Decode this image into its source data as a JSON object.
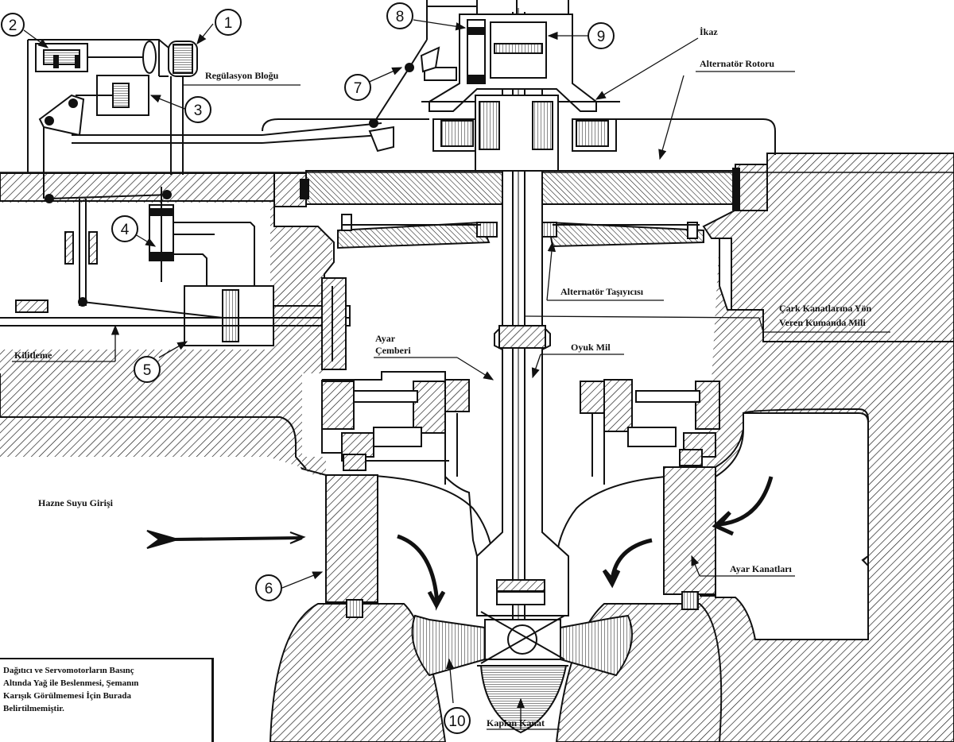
{
  "labels": {
    "regulation_block": "Regülasyon Bloğu",
    "warning": "İkaz",
    "alternator_rotor": "Alternatör Rotoru",
    "alternator_carrier": "Alternatör Taşıyıcısı",
    "command_shaft_line1": "Çark Kanatlarına Yön",
    "command_shaft_line2": "Veren Kumanda Mili",
    "hollow_shaft": "Oyuk Mil",
    "adjust_ring_line1": "Ayar",
    "adjust_ring_line2": "Çemberi",
    "locking": "Kilitleme",
    "reservoir_inlet": "Hazne Suyu Girişi",
    "guide_vanes": "Ayar Kanatları",
    "kaplan_blade": "Kaplan Kanat"
  },
  "callouts": [
    "1",
    "2",
    "3",
    "4",
    "5",
    "6",
    "7",
    "8",
    "9",
    "10"
  ],
  "note": {
    "line1": "Dağıtıcı ve Servomotorların Basınç",
    "line2": "Altında Yağ ile Beslenmesi, Şemanın",
    "line3": "Karışık Görülmemesi İçin Burada",
    "line4": "Belirtilmemiştir."
  },
  "colors": {
    "ink": "#111111",
    "paper": "#ffffff"
  }
}
